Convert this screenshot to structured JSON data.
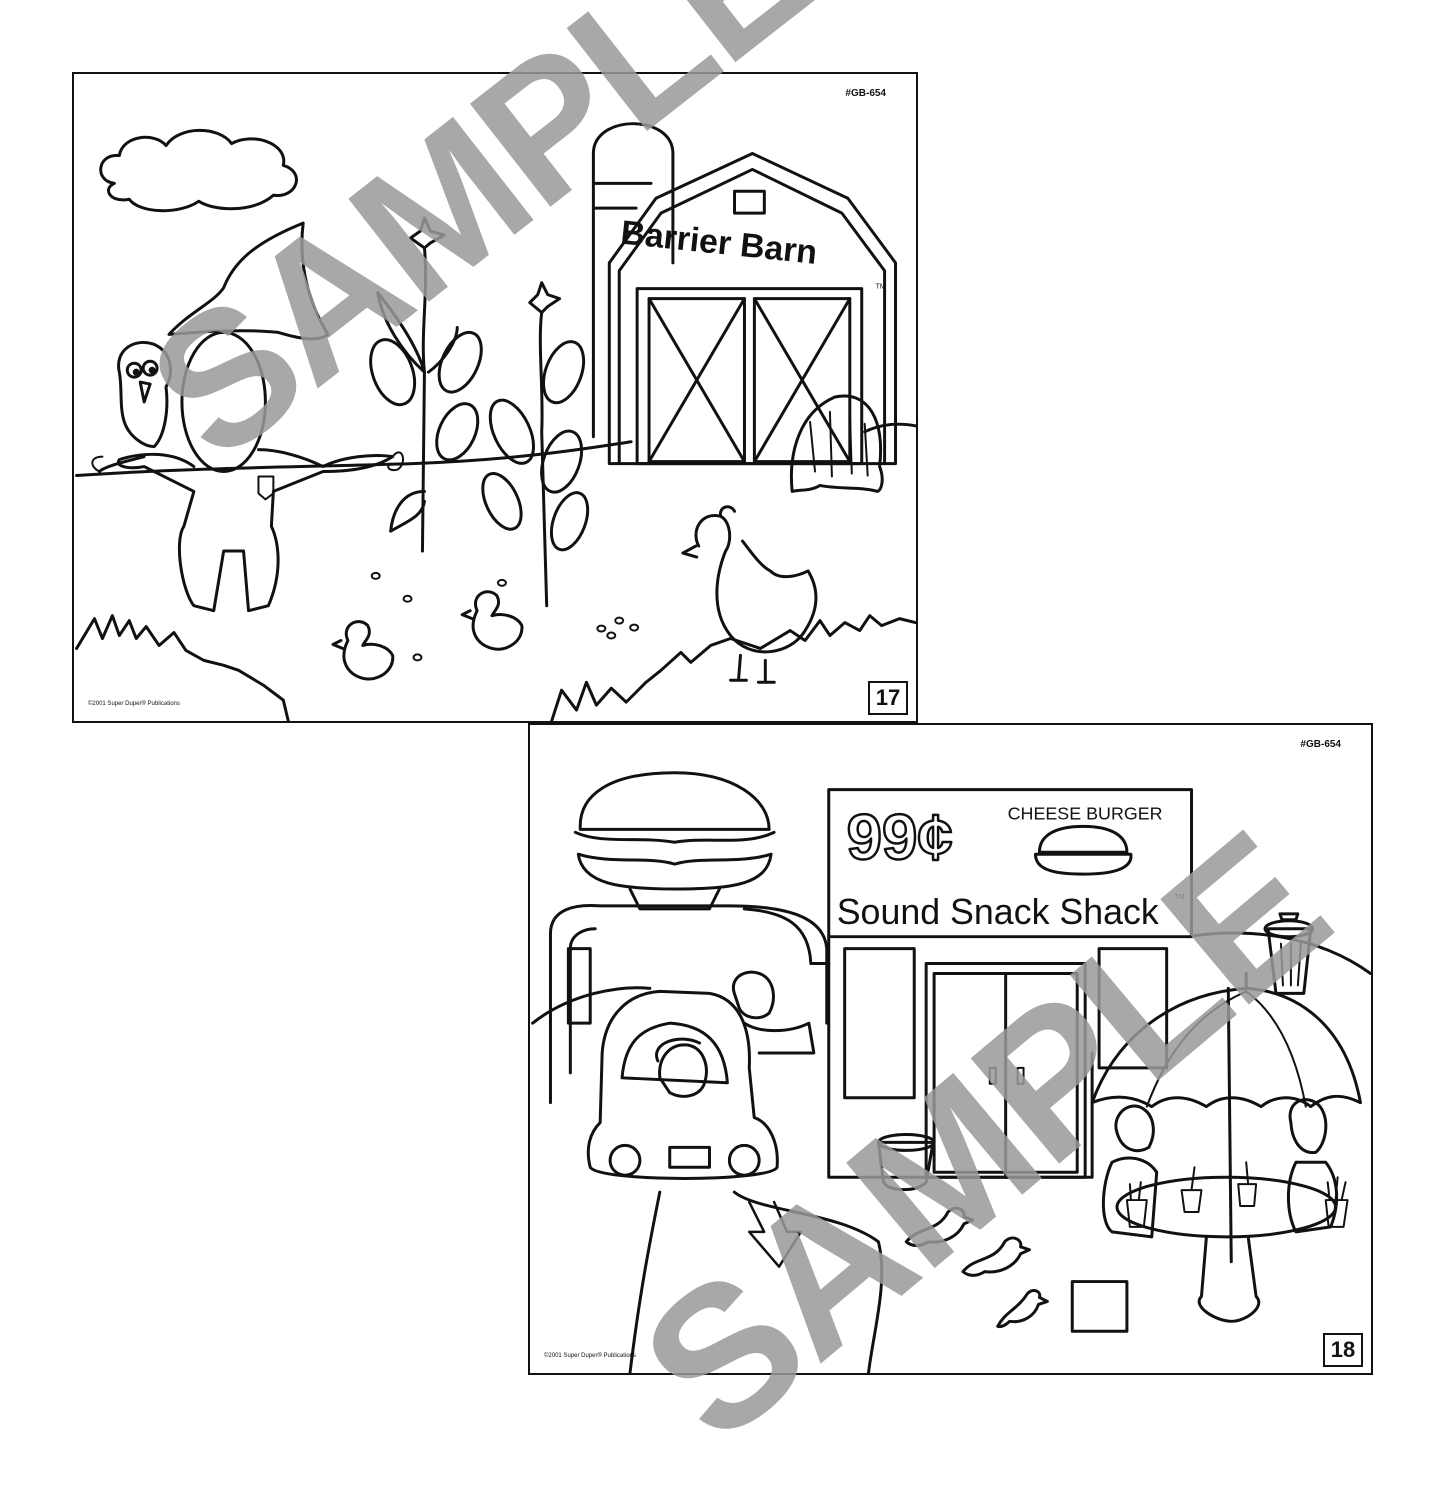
{
  "page17": {
    "code": "#GB-654",
    "barn_sign": "Barrier Barn",
    "trademark": "TM",
    "copyright": "©2001 Super Duper® Publications",
    "page_number": "17"
  },
  "page18": {
    "code": "#GB-654",
    "price": "99¢",
    "menu_item": "CHEESE BURGER",
    "shop_name": "Sound Snack Shack",
    "trademark": "TM",
    "copyright": "©2001 Super Duper® Publications",
    "page_number": "18"
  },
  "watermark": "SAMPLE",
  "colors": {
    "line": "#111111",
    "watermark": "#9a9a9a",
    "paper": "#ffffff"
  }
}
